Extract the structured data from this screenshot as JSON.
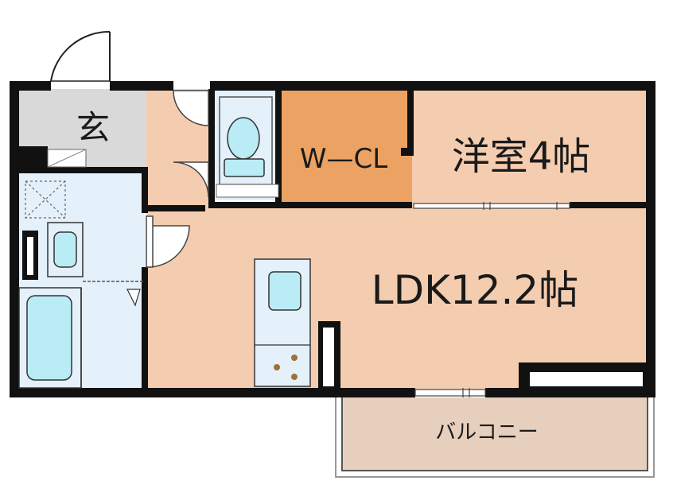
{
  "rooms": {
    "entrance": {
      "label": "玄"
    },
    "walk_in_closet": {
      "label": "W—CL"
    },
    "western_room": {
      "label": "洋室4帖"
    },
    "ldk": {
      "label": "LDK12.2帖"
    },
    "balcony": {
      "label": "バルコニー"
    }
  },
  "colors": {
    "wall": "#111111",
    "room_floor": "#f4cdb0",
    "closet_floor": "#eca262",
    "wet_area": "#e4f0fa",
    "fixture_cyan": "#b9ecf5",
    "entrance_floor": "#d9d9d9",
    "balcony_floor": "#e7cfbd"
  }
}
